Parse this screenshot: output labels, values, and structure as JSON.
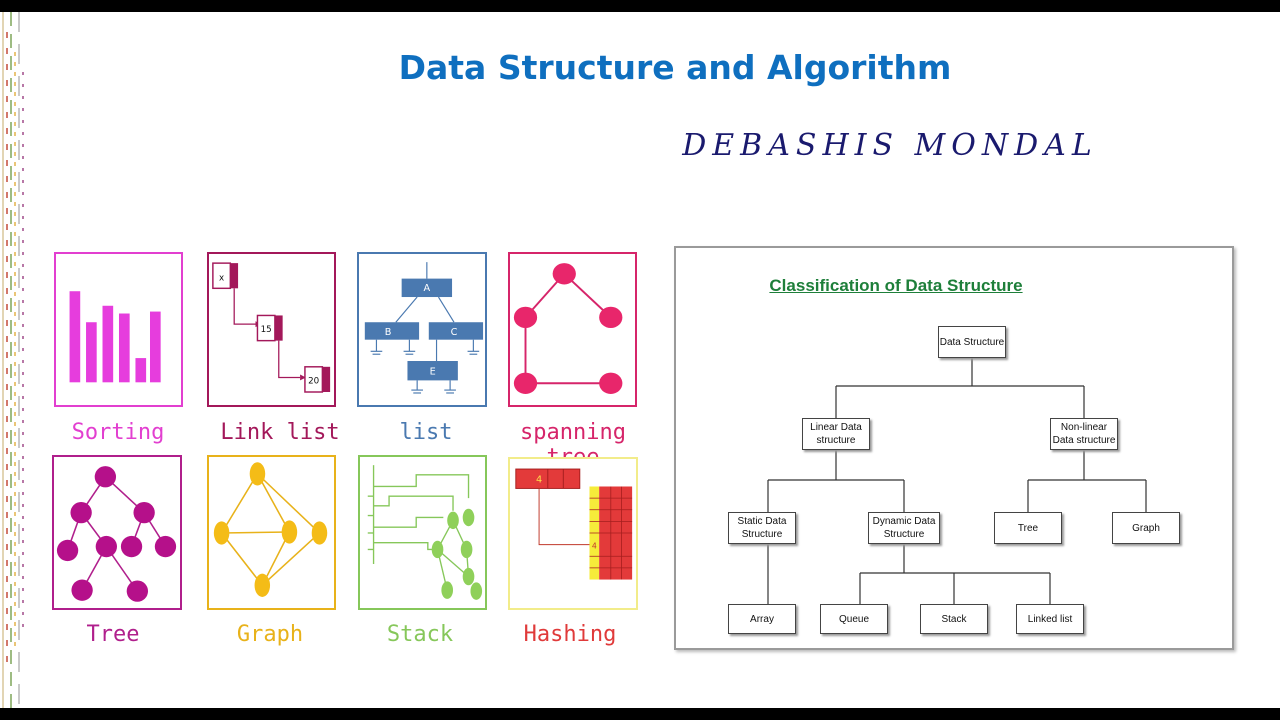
{
  "header": {
    "title": "Data Structure and Algorithm",
    "author": "DEBASHIS MONDAL"
  },
  "tiles": [
    {
      "label": "Sorting",
      "color": "#e23fd0"
    },
    {
      "label": "Link list",
      "color": "#a3185a"
    },
    {
      "label": "list",
      "color": "#4a79b0"
    },
    {
      "label": "spanning tree",
      "color": "#d6256a"
    },
    {
      "label": "Tree",
      "color": "#b01f8c"
    },
    {
      "label": "Graph",
      "color": "#e8b21a"
    },
    {
      "label": "Stack",
      "color": "#86c75a"
    },
    {
      "label": "Hashing",
      "color": "#e03a3a"
    }
  ],
  "tile_text": {
    "linklist": [
      "x",
      "15",
      "20"
    ],
    "list": [
      "A",
      "B",
      "C",
      "E"
    ],
    "hashing": [
      "4",
      "4"
    ]
  },
  "classification": {
    "title": "Classification of Data Structure",
    "nodes": {
      "root": "Data Structure",
      "linear": "Linear Data structure",
      "nonlinear": "Non-linear Data structure",
      "static": "Static Data Structure",
      "dynamic": "Dynamic Data Structure",
      "tree": "Tree",
      "graph": "Graph",
      "array": "Array",
      "queue": "Queue",
      "stack": "Stack",
      "linkedlist": "Linked list"
    }
  }
}
